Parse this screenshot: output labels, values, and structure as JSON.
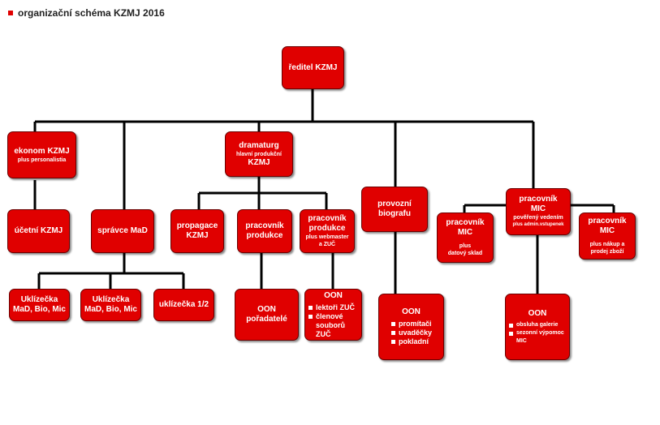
{
  "title": "organizační schéma KZMJ 2016",
  "colors": {
    "box": "#e00000",
    "line": "#000000",
    "bullet": "#e00000"
  },
  "boxes": {
    "reditel": {
      "label": "ředitel KZMJ"
    },
    "ekonom": {
      "label": "ekonom KZMJ",
      "sub": "plus personalistia"
    },
    "ucetni": {
      "label": "účetní KZMJ"
    },
    "spravce": {
      "label": "správce MaD"
    },
    "uklizecka1": {
      "line1": "Uklízečka",
      "line2": "MaD, Bio, Mic"
    },
    "uklizecka2": {
      "line1": "Uklízečka",
      "line2": "MaD, Bio, Mic"
    },
    "uklizecka3": {
      "label": "uklízečka 1/2"
    },
    "dramaturg": {
      "line1": "dramaturg",
      "sub": "hlavní produkční",
      "line2": "KZMJ"
    },
    "propagace": {
      "line1": "propagace",
      "line2": "KZMJ"
    },
    "produkce1": {
      "line1": "pracovník",
      "line2": "produkce"
    },
    "produkce2": {
      "line1": "pracovník",
      "line2": "produkce",
      "sub1": "plus webmaster",
      "sub2": "a ZUČ"
    },
    "oon_poradatele": {
      "line1": "OON",
      "line2": "pořadatelé"
    },
    "oon_zuc": {
      "title": "OON",
      "items": [
        "lektoři ZUČ",
        "členové souborů ZUČ"
      ]
    },
    "provozni": {
      "line1": "provozní",
      "line2": "biografu"
    },
    "oon_bio": {
      "title": "OON",
      "items": [
        "promítači",
        "uvaděčky",
        "pokladní"
      ]
    },
    "mic_main": {
      "line1": "pracovník",
      "line2": "MIC",
      "sub1": "pověřený vedením",
      "sub2": "plus admin.vstupenek"
    },
    "mic_left": {
      "label": "pracovník MIC",
      "sub1": "plus",
      "sub2": "datový sklad"
    },
    "mic_right": {
      "label": "pracovník MIC",
      "sub1": "plus nákup a",
      "sub2": "prodej zboží"
    },
    "oon_mic": {
      "title": "OON",
      "items": [
        "obsluha galerie",
        "sezonní výpomoc MIC"
      ]
    }
  }
}
